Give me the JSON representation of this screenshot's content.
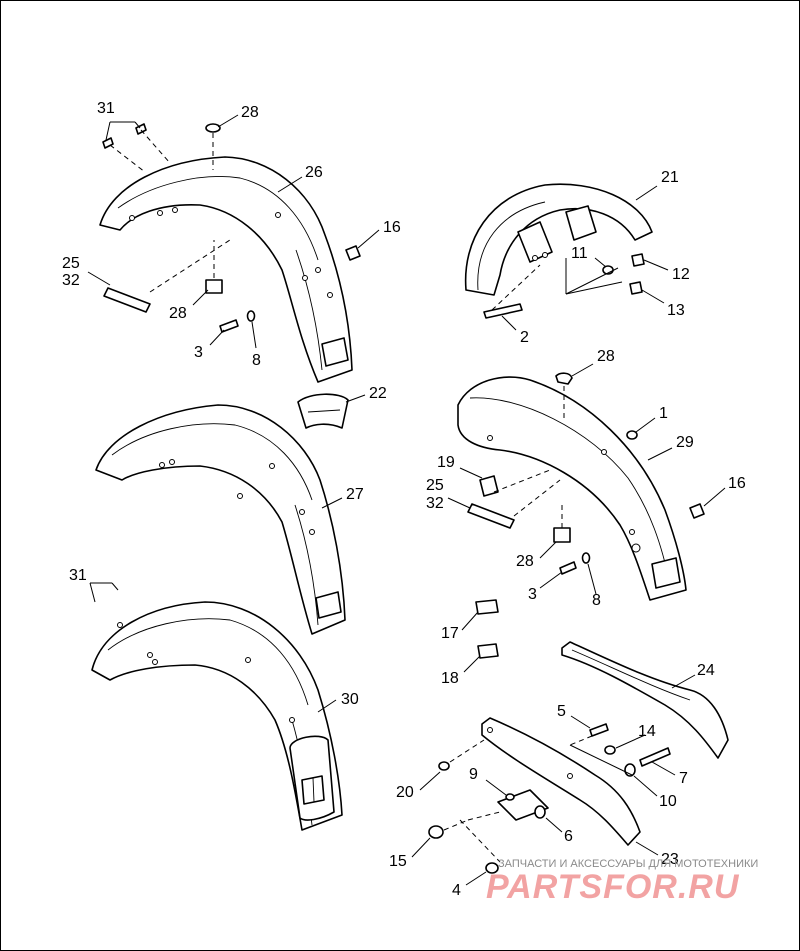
{
  "diagram": {
    "labels": {
      "n1": "1",
      "n2": "2",
      "n3a": "3",
      "n3b": "3",
      "n4": "4",
      "n5": "5",
      "n6": "6",
      "n7": "7",
      "n8a": "8",
      "n8b": "8",
      "n9": "9",
      "n10": "10",
      "n11": "11",
      "n12": "12",
      "n13": "13",
      "n14": "14",
      "n15": "15",
      "n16a": "16",
      "n16b": "16",
      "n17": "17",
      "n18": "18",
      "n19": "19",
      "n20": "20",
      "n21": "21",
      "n22": "22",
      "n23": "23",
      "n24": "24",
      "n25a": "25",
      "n25b": "25",
      "n26": "26",
      "n27": "27",
      "n28a": "28",
      "n28b": "28",
      "n28c": "28",
      "n28d": "28",
      "n29": "29",
      "n30": "30",
      "n31a": "31",
      "n31b": "31",
      "n32a": "32",
      "n32b": "32"
    }
  },
  "watermark": {
    "caption": "ЗАПЧАСТИ И АКСЕССУАРЫ ДЛЯ МОТОТЕХНИКИ",
    "brand": "PARTSFOR.RU"
  }
}
